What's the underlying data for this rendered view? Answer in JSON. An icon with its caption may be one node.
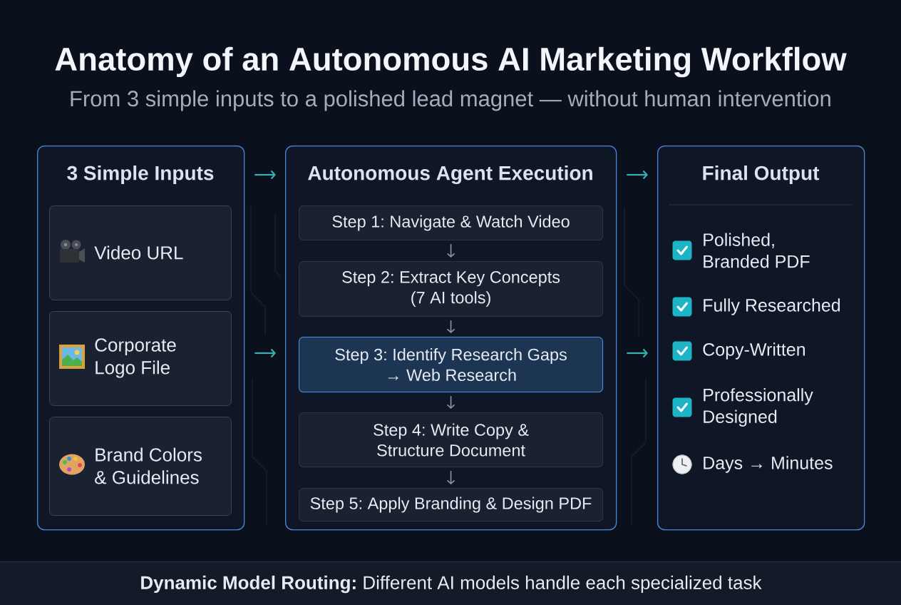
{
  "diagram": {
    "title": "Anatomy of an Autonomous AI Marketing Workflow",
    "nodes": [
      {
        "text": [
          "3 Simple Inputs"
        ]
      },
      {
        "text": [
          "Video URL"
        ],
        "in": 0
      },
      {
        "text": [
          "Corporate Logo File"
        ],
        "in": 0
      },
      {
        "text": [
          "Brand Colors & Guidelines"
        ],
        "in": 0
      },
      {
        "text": [
          "Autonomous Agent Execution"
        ]
      },
      {
        "text": [
          "Step 1: Navigate & Watch Video"
        ],
        "in": 4
      },
      {
        "text": [
          "Step 2: Extract Key Concepts (7 AI tools)"
        ],
        "in": 4
      },
      {
        "text": [
          "Step 3: Identify Research Gaps → Web Research"
        ],
        "in": 4
      },
      {
        "text": [
          "Step 4: Write Copy & Structure Document"
        ],
        "in": 4
      },
      {
        "text": [
          "Step 5: Apply Branding & Design PDF"
        ],
        "in": 4
      },
      {
        "text": [
          "Final Output",
          "Polished, Branded PDF",
          "Fully Researched",
          "Copy-Written",
          "Professionally Designed",
          "Days → Minutes"
        ]
      },
      {
        "text": [
          "**Dynamic Model Routing:** Different AI models handle each specialized task"
        ]
      }
    ],
    "edges": [
      {
        "from": 0,
        "to": 4,
        "arrow": "to"
      },
      {
        "from": 4,
        "to": 10,
        "arrow": "to"
      },
      {
        "from": 0,
        "to": 4,
        "arrow": "to"
      },
      {
        "from": 4,
        "to": 10,
        "arrow": "to"
      },
      {
        "from": 5,
        "to": 6,
        "arrow": "to",
        "color": "#8b95a6"
      },
      {
        "from": 6,
        "to": 7,
        "arrow": "to",
        "color": "#8b95a6"
      },
      {
        "from": 7,
        "to": 8,
        "arrow": "to",
        "color": "#8b95a6"
      },
      {
        "from": 8,
        "to": 9,
        "arrow": "to",
        "color": "#8b95a6"
      }
    ],
    "labels": [
      "From 3 simple inputs to a polished lead magnet — without human intervention"
    ]
  }
}
